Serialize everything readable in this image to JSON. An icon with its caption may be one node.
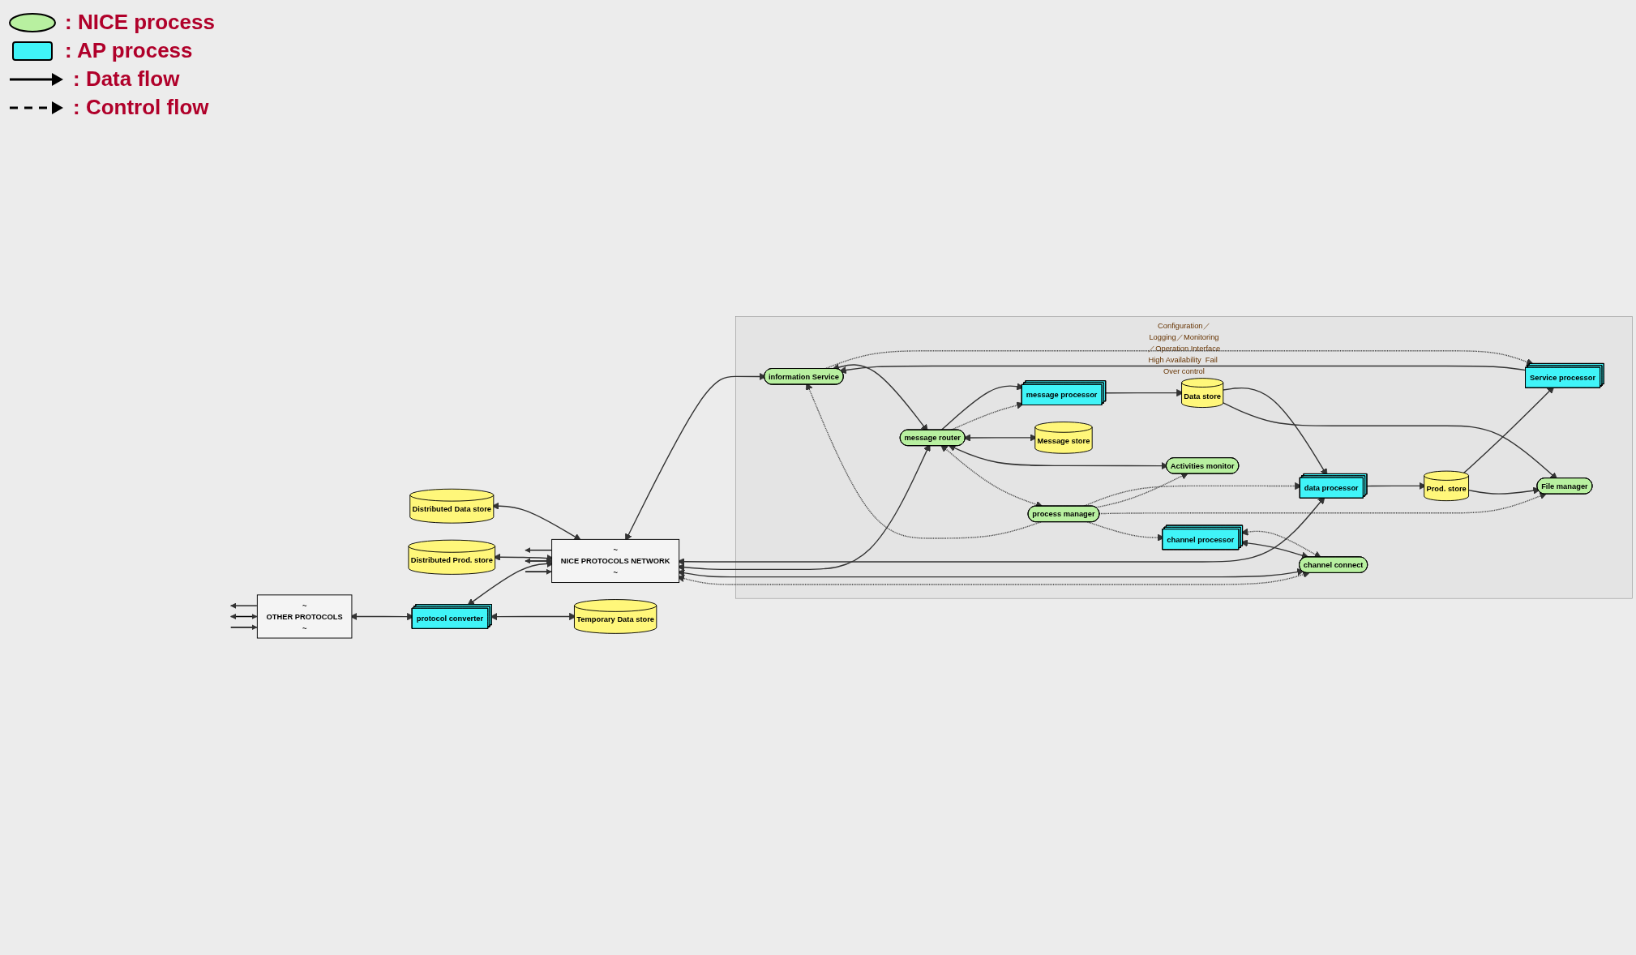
{
  "diagram": {
    "nodes": [
      {
        "text": [
          "~",
          "NICE PROTOCOLS NETWORK",
          "~"
        ]
      },
      {
        "text": [
          "~",
          "OTHER PROTOCOLS",
          "~"
        ]
      },
      {
        "text": [
          "Distributed Data store"
        ]
      },
      {
        "text": [
          "Distributed Prod. store"
        ]
      },
      {
        "text": [
          "protocol converter"
        ]
      },
      {
        "text": [
          "Temporary Data store"
        ]
      },
      {
        "text": [
          "Configuration／Logging／Monitoring／Operation Interface",
          "High Availability  Fail Over control"
        ]
      },
      {
        "text": [
          "information Service"
        ],
        "in": 6
      },
      {
        "text": [
          "Service processor"
        ],
        "in": 6
      },
      {
        "text": [
          "message router"
        ],
        "in": 6
      },
      {
        "text": [
          "message processor"
        ],
        "in": 6
      },
      {
        "text": [
          "Data store"
        ],
        "in": 6
      },
      {
        "text": [
          "data processor"
        ],
        "in": 6
      },
      {
        "text": [
          "Prod. store"
        ],
        "in": 6
      },
      {
        "text": [
          "Message store"
        ],
        "in": 6
      },
      {
        "text": [
          "Activities monitor"
        ],
        "in": 6
      },
      {
        "text": [
          "process manager"
        ],
        "in": 6
      },
      {
        "text": [
          "channel connect"
        ],
        "in": 6
      },
      {
        "text": [
          "channel processor"
        ],
        "in": 6
      },
      {
        "text": [
          "File manager"
        ],
        "in": 6
      }
    ],
    "edges": [
      {
        "from": 0,
        "to": null,
        "arrow": "to"
      },
      {
        "from": null,
        "to": 0,
        "arrow": "both"
      },
      {
        "from": null,
        "to": 0,
        "arrow": "to"
      },
      {
        "from": 1,
        "to": null,
        "arrow": "to"
      },
      {
        "from": null,
        "to": 1,
        "arrow": "both"
      },
      {
        "from": null,
        "to": 1,
        "arrow": "to"
      },
      {
        "from": 2,
        "to": 0,
        "arrow": "both"
      },
      {
        "from": 3,
        "to": 0,
        "arrow": "both"
      },
      {
        "from": 1,
        "to": 4,
        "arrow": "both"
      },
      {
        "from": 4,
        "to": 0,
        "arrow": "both"
      },
      {
        "from": 4,
        "to": 5,
        "arrow": "both"
      },
      {
        "from": 0,
        "to": 7,
        "arrow": "both"
      },
      {
        "from": 0,
        "to": 12,
        "arrow": "both"
      },
      {
        "from": 0,
        "to": 9,
        "arrow": "both"
      },
      {
        "from": 0,
        "to": 17,
        "arrow": "both"
      },
      {
        "from": 0,
        "to": 17,
        "arrow": "both",
        "style": "dashed"
      },
      {
        "from": 7,
        "to": 8,
        "arrow": "to",
        "style": "dashed"
      },
      {
        "from": 8,
        "to": 7,
        "arrow": "to"
      },
      {
        "from": 7,
        "to": 9,
        "arrow": "both"
      },
      {
        "from": 16,
        "to": 7,
        "arrow": "to",
        "style": "dashed"
      },
      {
        "from": 9,
        "to": 10,
        "arrow": "to"
      },
      {
        "from": 9,
        "to": 10,
        "arrow": "to",
        "style": "dashed"
      },
      {
        "from": 10,
        "to": 11,
        "arrow": "to"
      },
      {
        "from": 11,
        "to": 12,
        "arrow": "to"
      },
      {
        "from": 12,
        "to": 13,
        "arrow": "to"
      },
      {
        "from": 13,
        "to": 8,
        "arrow": "to"
      },
      {
        "from": 9,
        "to": 14,
        "arrow": "both"
      },
      {
        "from": 9,
        "to": 15,
        "arrow": "both"
      },
      {
        "from": 9,
        "to": 16,
        "arrow": "both",
        "style": "dashed"
      },
      {
        "from": 16,
        "to": 12,
        "arrow": "to",
        "style": "dashed"
      },
      {
        "from": 16,
        "to": 15,
        "arrow": "to",
        "style": "dashed"
      },
      {
        "from": 16,
        "to": 19,
        "arrow": "to",
        "style": "dashed"
      },
      {
        "from": 16,
        "to": 18,
        "arrow": "to",
        "style": "dashed"
      },
      {
        "from": 11,
        "to": 19,
        "arrow": "to"
      },
      {
        "from": 13,
        "to": 19,
        "arrow": "to"
      },
      {
        "from": 17,
        "to": 18,
        "arrow": "both"
      },
      {
        "from": 17,
        "to": 18,
        "arrow": "both",
        "style": "dashed"
      }
    ],
    "legend": [
      {
        "text": ": NICE process"
      },
      {
        "text": ": AP process"
      },
      {
        "text": ": Data flow"
      },
      {
        "text": ": Control flow"
      }
    ]
  }
}
